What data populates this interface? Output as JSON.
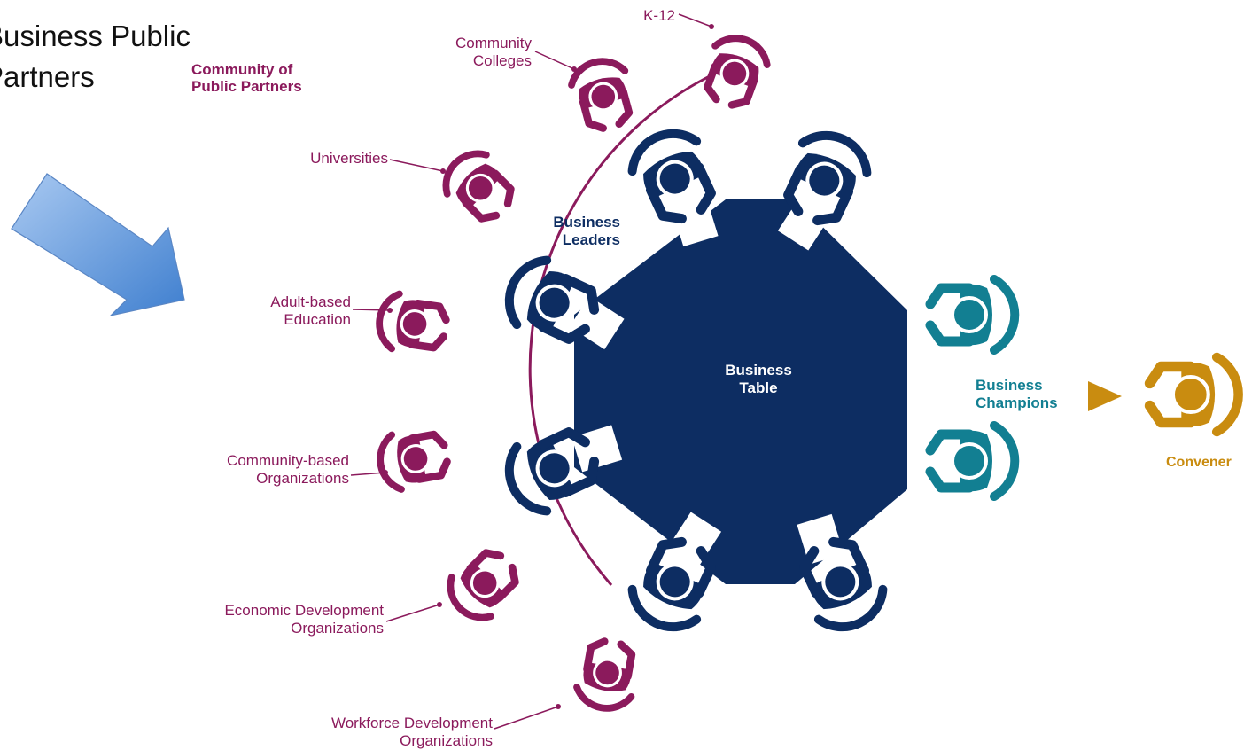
{
  "slide_title": "Business Public\nPartners",
  "colors": {
    "public_partners": "#8b1a5c",
    "business": "#0d2d62",
    "champions": "#127f92",
    "convener": "#c98c10",
    "arrow_start": "#a9c9f1",
    "arrow_end": "#3f7fcf"
  },
  "icons": [
    "arrow-right-down-icon",
    "person-top-view-icon",
    "triangle-right-icon"
  ],
  "diagram": {
    "community_label_1": "Community of",
    "community_label_2": "Public Partners",
    "business_leaders_1": "Business",
    "business_leaders_2": "Leaders",
    "table_label_1": "Business",
    "table_label_2": "Table",
    "champions_1": "Business",
    "champions_2": "Champions",
    "convener": "Convener",
    "partners": [
      {
        "line1": "K-12",
        "line2": ""
      },
      {
        "line1": "Community",
        "line2": "Colleges"
      },
      {
        "line1": "Universities",
        "line2": ""
      },
      {
        "line1": "Adult-based",
        "line2": "Education"
      },
      {
        "line1": "Community-based",
        "line2": "Organizations"
      },
      {
        "line1": "Economic Development",
        "line2": "Organizations"
      },
      {
        "line1": "Workforce Development",
        "line2": "Organizations"
      }
    ]
  }
}
